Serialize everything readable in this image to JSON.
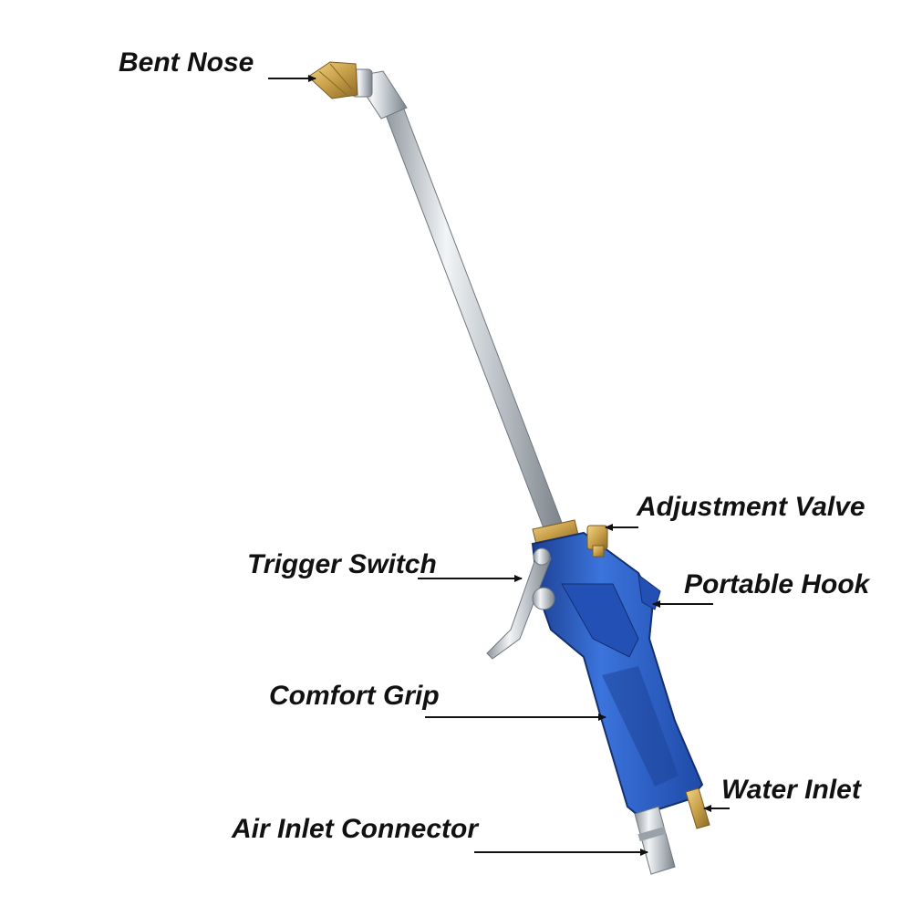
{
  "labels": {
    "bent_nose": "Bent Nose",
    "adjustment_valve": "Adjustment Valve",
    "trigger_switch": "Trigger Switch",
    "portable_hook": "Portable Hook",
    "comfort_grip": "Comfort Grip",
    "water_inlet": "Water Inlet",
    "air_inlet_connector": "Air Inlet Connector"
  },
  "colors": {
    "body_blue": "#2a5fc6",
    "body_blue_dark": "#1c3f91",
    "chrome": "#c9ced3",
    "brass": "#c9a04a",
    "text": "#111111"
  }
}
